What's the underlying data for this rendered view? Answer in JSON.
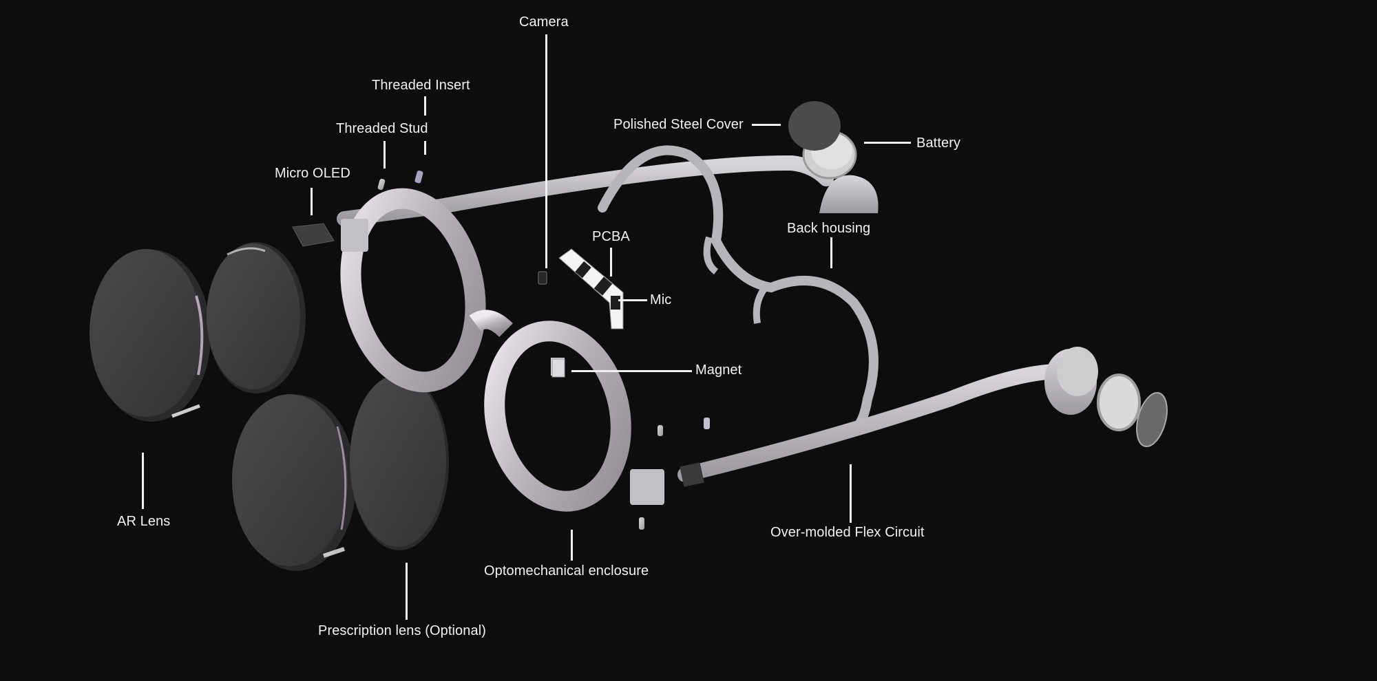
{
  "diagram": {
    "labels": {
      "camera": "Camera",
      "threaded_insert": "Threaded Insert",
      "threaded_stud": "Threaded Stud",
      "micro_oled": "Micro OLED",
      "polished_steel_cover": "Polished Steel Cover",
      "battery": "Battery",
      "back_housing": "Back housing",
      "pcba": "PCBA",
      "mic": "Mic",
      "magnet": "Magnet",
      "ar_lens": "AR Lens",
      "over_molded_flex_circuit": "Over-molded Flex Circuit",
      "optomechanical_enclosure": "Optomechanical enclosure",
      "prescription_lens": "Prescription lens (Optional)"
    },
    "colors": {
      "background": "#0d0d0d",
      "label_text": "#f2f2f2",
      "leader_line": "#f0f0f0",
      "frame_silver": "#c9c4c9",
      "lens_dark": "#3c3c3e"
    }
  }
}
